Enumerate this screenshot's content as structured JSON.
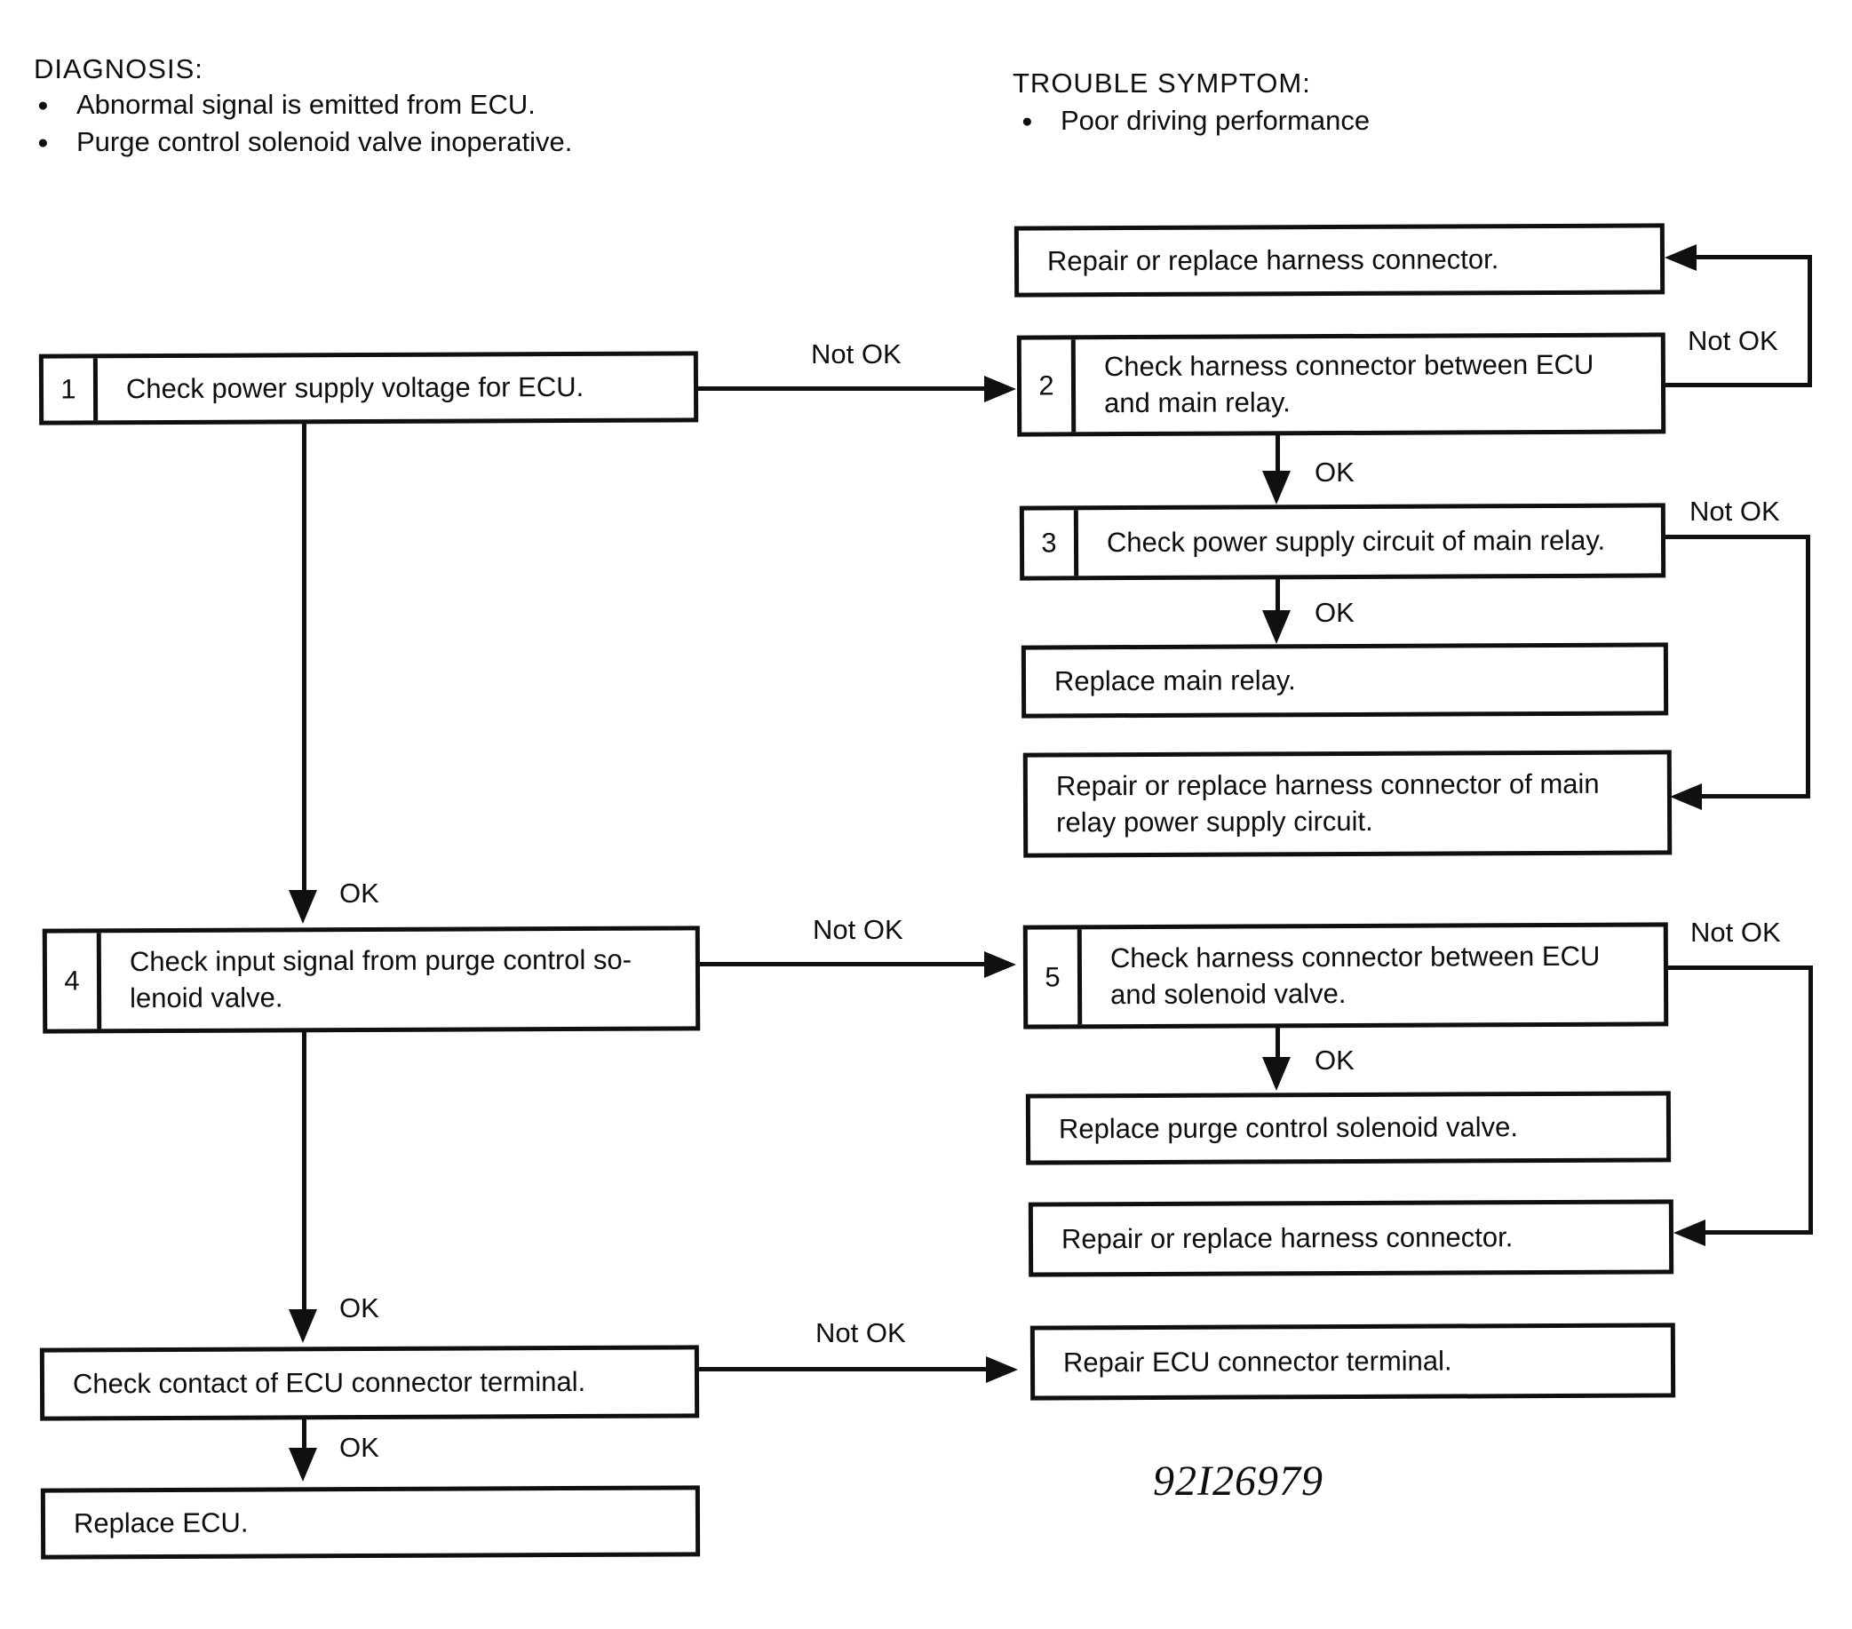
{
  "colors": {
    "ink": "#101010",
    "paper": "#ffffff"
  },
  "header": {
    "diagnosis": {
      "title": "DIAGNOSIS:",
      "items": [
        "Abnormal signal is emitted from ECU.",
        "Purge control solenoid valve inoperative."
      ]
    },
    "trouble": {
      "title": "TROUBLE SYMPTOM:",
      "items": [
        "Poor driving performance"
      ]
    }
  },
  "labels": {
    "ok": "OK",
    "not_ok": "Not OK"
  },
  "steps": {
    "step1": {
      "number": "1",
      "text": "Check power supply voltage for ECU."
    },
    "step2": {
      "number": "2",
      "text": "Check harness connector between ECU\nand main relay."
    },
    "step3": {
      "number": "3",
      "text": "Check power supply circuit of main relay."
    },
    "step4": {
      "number": "4",
      "text": "Check input signal from purge control so-\nlenoid valve."
    },
    "step5": {
      "number": "5",
      "text": "Check harness connector between ECU\nand solenoid valve."
    },
    "check_ecu_contact": {
      "text": "Check contact of ECU connector terminal."
    },
    "replace_ecu": {
      "text": "Replace ECU."
    }
  },
  "actions": {
    "repair_harness_top": {
      "text": "Repair or replace harness connector."
    },
    "replace_main_relay": {
      "text": "Replace main relay."
    },
    "repair_main_relay_circuit": {
      "text": "Repair or replace harness connector of main\nrelay power supply circuit."
    },
    "replace_purge_valve": {
      "text": "Replace purge control solenoid valve."
    },
    "repair_harness_mid": {
      "text": "Repair or replace harness connector."
    },
    "repair_ecu_terminal": {
      "text": "Repair ECU connector terminal."
    }
  },
  "figure_code": "92I26979"
}
